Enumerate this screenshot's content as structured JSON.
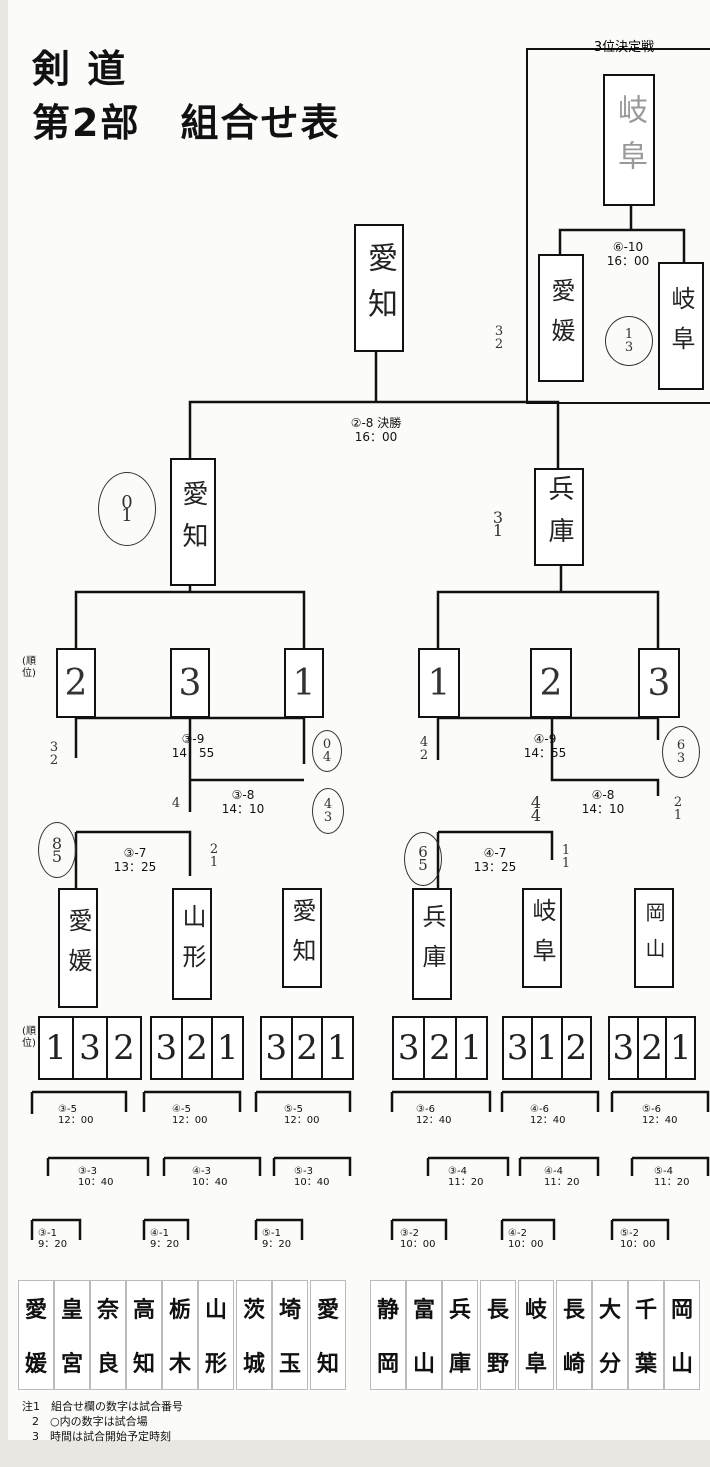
{
  "title": {
    "line1": "剣 道",
    "line2": "第2部　組合せ表"
  },
  "third_place": {
    "caption": "3位決定戦",
    "winner": "岐阜",
    "left_team": "愛媛",
    "right_team": "岐阜",
    "match": "⑥-10",
    "time": "16：00",
    "left_score": "3\n2",
    "right_score": "1\n3"
  },
  "champion": "愛知",
  "final": {
    "match": "②-8 決勝",
    "time": "16：00",
    "left_team": "愛知",
    "right_team": "兵庫",
    "left_score": "0\n1",
    "right_score": "3\n1"
  },
  "rank_label": "(順\n位)",
  "block_ranks": {
    "left": [
      "2",
      "3",
      "1"
    ],
    "right": [
      "1",
      "2",
      "3"
    ]
  },
  "semis": {
    "left": [
      {
        "match": "③-9",
        "time": "14：55"
      },
      {
        "match": "③-8",
        "time": "14：10"
      },
      {
        "match": "③-7",
        "time": "13：25"
      }
    ],
    "right": [
      {
        "match": "④-9",
        "time": "14：55"
      },
      {
        "match": "④-8",
        "time": "14：10"
      },
      {
        "match": "④-7",
        "time": "13：25"
      }
    ]
  },
  "semi_scores": {
    "l9a": "3\n2",
    "l9b": "0\n4",
    "l8a": "4",
    "l8b": "4\n3",
    "l7a": "8\n5",
    "l7b": "2\n1",
    "r9a": "4\n2",
    "r9b": "6\n3",
    "r8a": "4\n4",
    "r8b": "2\n1",
    "r7a": "6\n5",
    "r7b": "1\n1"
  },
  "group_winners": [
    "愛媛",
    "山形",
    "愛知",
    "兵庫",
    "岐阜",
    "岡山"
  ],
  "group_ranks": [
    [
      "1",
      "3",
      "2"
    ],
    [
      "3",
      "2",
      "1"
    ],
    [
      "3",
      "2",
      "1"
    ],
    [
      "3",
      "2",
      "1"
    ],
    [
      "3",
      "1",
      "2"
    ],
    [
      "3",
      "2",
      "1"
    ]
  ],
  "rounds": {
    "r1": [
      {
        "match": "③-5",
        "time": "12：00"
      },
      {
        "match": "④-5",
        "time": "12：00"
      },
      {
        "match": "⑤-5",
        "time": "12：00"
      },
      {
        "match": "③-6",
        "time": "12：40"
      },
      {
        "match": "④-6",
        "time": "12：40"
      },
      {
        "match": "⑤-6",
        "time": "12：40"
      }
    ],
    "r2": [
      {
        "match": "③-3",
        "time": "10：40"
      },
      {
        "match": "④-3",
        "time": "10：40"
      },
      {
        "match": "⑤-3",
        "time": "10：40"
      },
      {
        "match": "③-4",
        "time": "11：20"
      },
      {
        "match": "④-4",
        "time": "11：20"
      },
      {
        "match": "⑤-4",
        "time": "11：20"
      }
    ],
    "r3": [
      {
        "match": "③-1",
        "time": "9：20"
      },
      {
        "match": "④-1",
        "time": "9：20"
      },
      {
        "match": "⑤-1",
        "time": "9：20"
      },
      {
        "match": "③-2",
        "time": "10：00"
      },
      {
        "match": "④-2",
        "time": "10：00"
      },
      {
        "match": "⑤-2",
        "time": "10：00"
      }
    ]
  },
  "teams": [
    [
      "愛",
      "媛"
    ],
    [
      "皇",
      "宮"
    ],
    [
      "奈",
      "良"
    ],
    [
      "高",
      "知"
    ],
    [
      "栃",
      "木"
    ],
    [
      "山",
      "形"
    ],
    [
      "茨",
      "城"
    ],
    [
      "埼",
      "玉"
    ],
    [
      "愛",
      "知"
    ],
    [
      "静",
      "岡"
    ],
    [
      "富",
      "山"
    ],
    [
      "兵",
      "庫"
    ],
    [
      "長",
      "野"
    ],
    [
      "岐",
      "阜"
    ],
    [
      "長",
      "崎"
    ],
    [
      "大",
      "分"
    ],
    [
      "千",
      "葉"
    ],
    [
      "岡",
      "山"
    ]
  ],
  "notes": [
    "注1　組合せ欄の数字は試合番号",
    "2　○内の数字は試合場",
    "3　時間は試合開始予定時刻"
  ]
}
